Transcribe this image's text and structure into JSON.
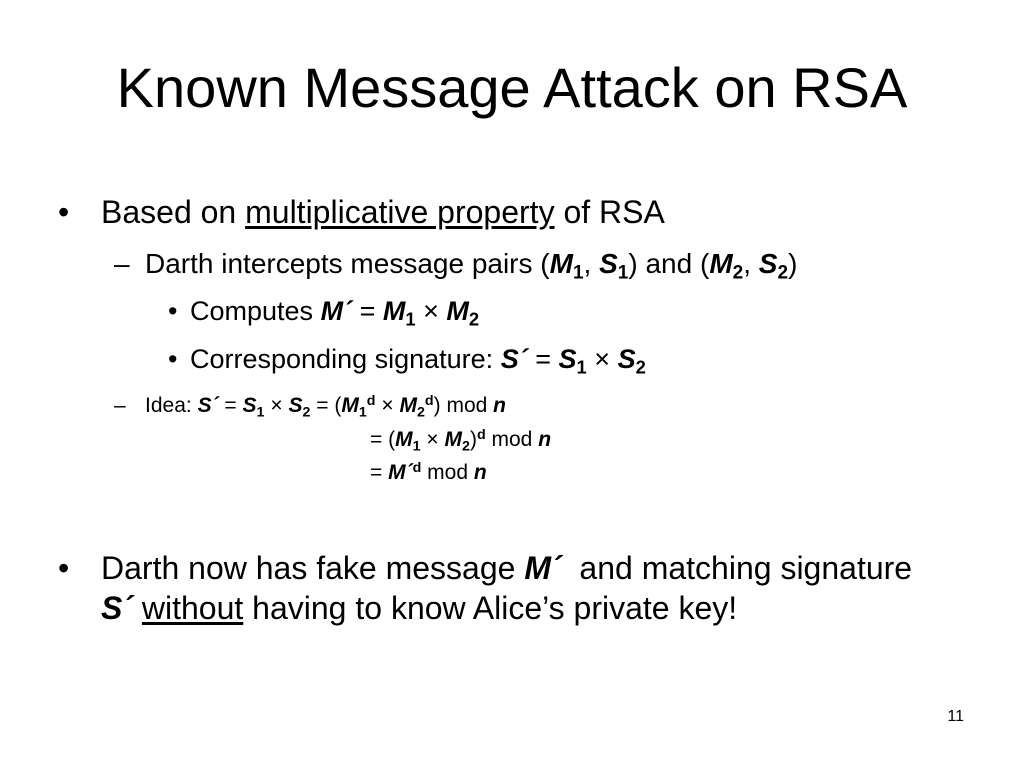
{
  "slide": {
    "title": "Known Message Attack on RSA",
    "page_number": "11"
  },
  "glyphs": {
    "bullet": "•",
    "dash": "–",
    "times": "×",
    "eq": "=",
    "prime": "´"
  },
  "text": {
    "based_on": "Based on",
    "multiplicative_property": "multiplicative property",
    "of_rsa": "of RSA",
    "darth_intercepts": "Darth intercepts message pairs (",
    "comma": ",",
    "close_and": ") and (",
    "close": ")",
    "computes": "Computes",
    "corresponding_signature": "Corresponding signature:",
    "idea": "Idea:",
    "mod": "mod",
    "open_paren": "(",
    "close_paren": ")",
    "darth_now_has": "Darth now has fake message",
    "and_matching": "and matching signature",
    "without": "without",
    "having_to_know": "having to know Alice’s private key!"
  },
  "vars": {
    "M": "M",
    "S": "S",
    "n": "n",
    "d": "d",
    "one": "1",
    "two": "2"
  }
}
